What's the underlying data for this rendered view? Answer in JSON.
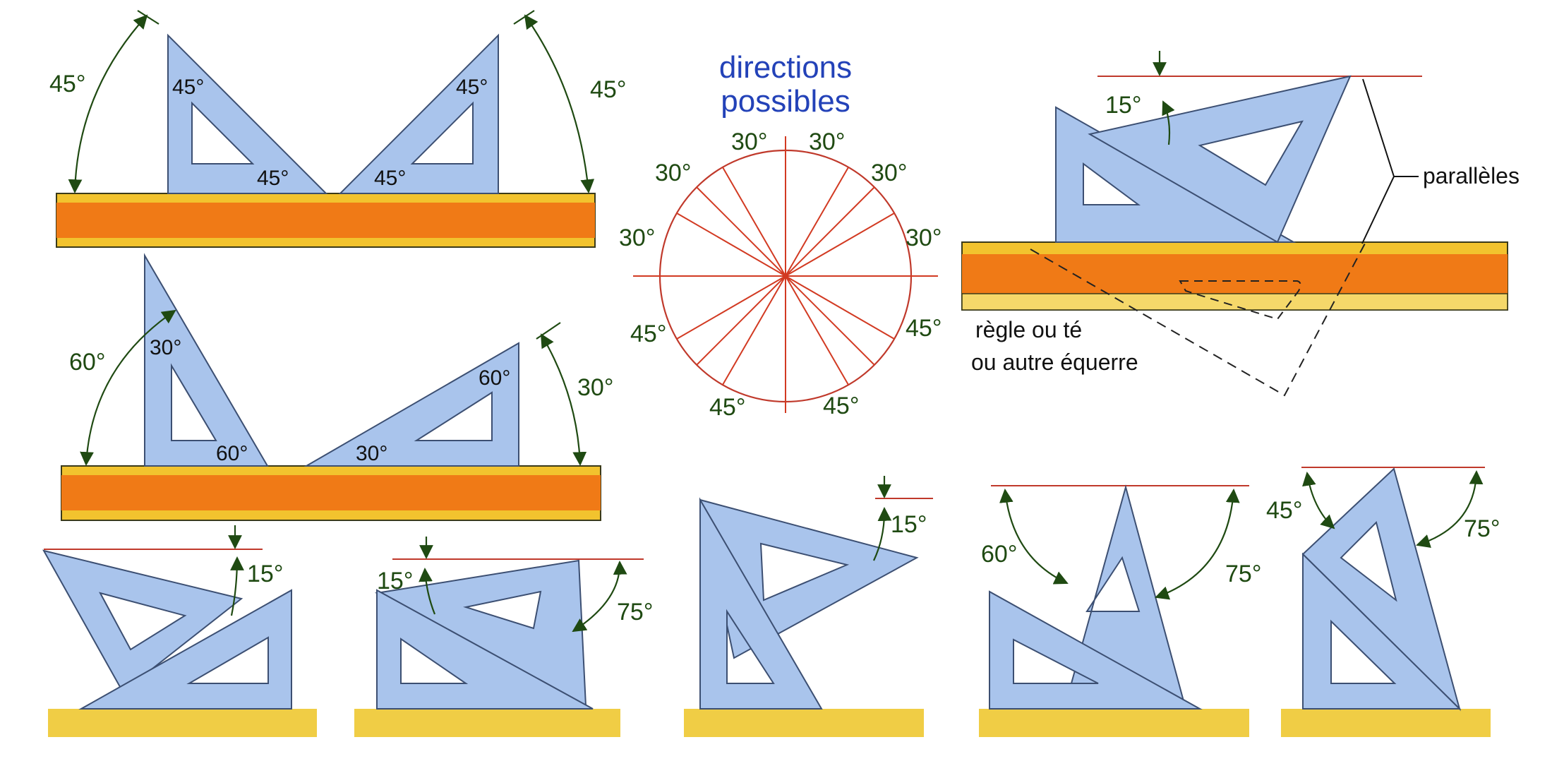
{
  "header": {
    "line1": "directions",
    "line2": "possibles"
  },
  "angles": {
    "deg45": "45°",
    "deg60": "60°",
    "deg30": "30°",
    "deg15": "15°",
    "deg75": "75°"
  },
  "labels": {
    "paralleles": "parallèles",
    "regle_line1": "règle ou té",
    "regle_line2": "ou autre équerre"
  },
  "colors": {
    "set_square": "#a9c4ec",
    "ruler": "#f07a16",
    "ruler_edge": "#f2c32e",
    "angle_text": "#1f4a12",
    "title_text": "#2342b8",
    "reference_line": "#c0392b"
  }
}
